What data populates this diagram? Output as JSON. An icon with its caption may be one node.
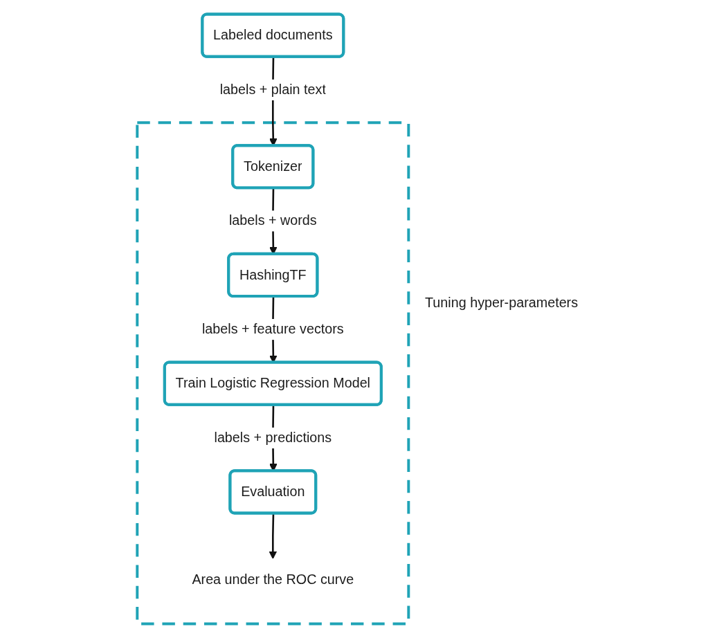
{
  "diagram": {
    "nodes": [
      {
        "text": [
          "Labeled documents"
        ]
      },
      {
        "text": [
          "Tuning hyper-parameters"
        ]
      },
      {
        "text": [
          "Tokenizer"
        ],
        "in": 1
      },
      {
        "text": [
          "HashingTF"
        ],
        "in": 1
      },
      {
        "text": [
          "Train Logistic Regression Model"
        ],
        "in": 1
      },
      {
        "text": [
          "Evaluation"
        ],
        "in": 1
      },
      {
        "text": [
          "Area under the ROC curve"
        ],
        "in": 1
      }
    ],
    "edges": [
      {
        "from": 0,
        "to": 2,
        "arrow": "to",
        "label": "labels + plain text"
      },
      {
        "from": 2,
        "to": 3,
        "arrow": "to",
        "label": "labels + words"
      },
      {
        "from": 3,
        "to": 4,
        "arrow": "to",
        "label": "labels + feature vectors"
      },
      {
        "from": 4,
        "to": 5,
        "arrow": "to",
        "label": "labels + predictions"
      },
      {
        "from": 5,
        "to": 6,
        "arrow": "to"
      }
    ]
  }
}
